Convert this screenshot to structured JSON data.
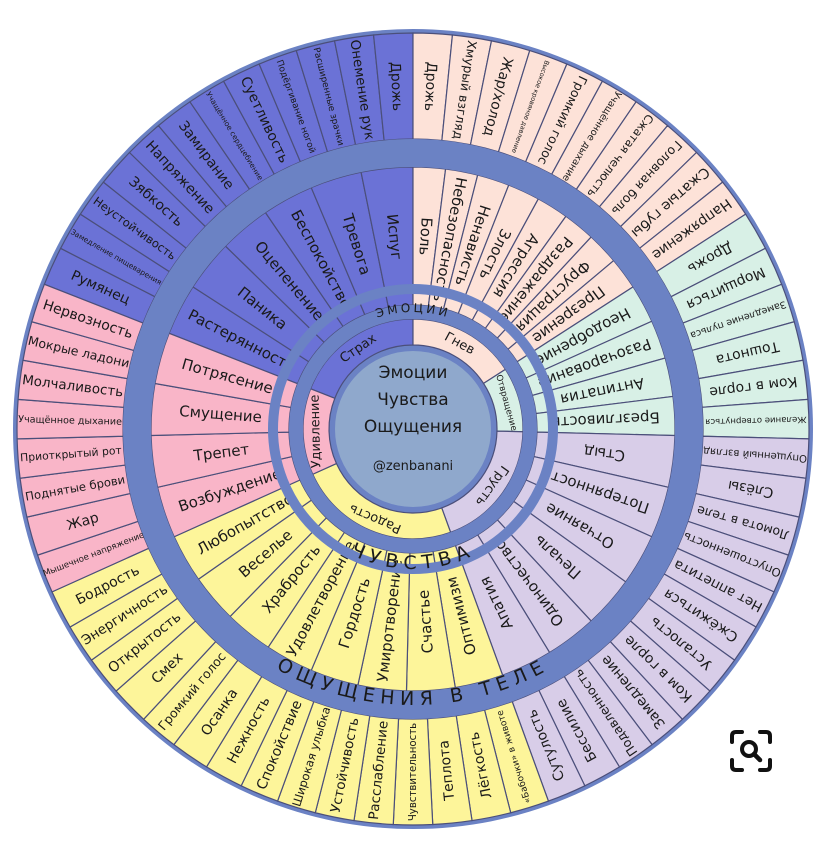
{
  "center": {
    "lines": [
      "Эмоции",
      "Чувства",
      "Ощущения"
    ],
    "handle": "@zenbanani"
  },
  "band_labels": {
    "emotions": "ЭМОЦИИ",
    "feelings": "ЧУВСТВА",
    "sensations": "ОЩУЩЕНИЯ В ТЕЛЕ"
  },
  "colors": {
    "fear": "#6b72d6",
    "anger": "#fde2d8",
    "disgust": "#d8f0e6",
    "sadness": "#d8cde8",
    "joy": "#fdf59a",
    "surprise": "#f9b5c8",
    "ring": "#6b82c4",
    "center": "#8fa8cc"
  },
  "groups": [
    {
      "emotion": "Страх",
      "color": "fear",
      "feelings": [
        "Растерянность",
        "Паника",
        "Оцепенение",
        "Беспокойство",
        "Тревога",
        "Испуг"
      ],
      "sensations": [
        "Румянец",
        "Замедление пищеварения",
        "Неустойчивость",
        "Зябкость",
        "Напряжение",
        "Замирание",
        "Учащённое сердцебиение",
        "Суетливость",
        "Подёргивание ногой",
        "Расширенные зрачки",
        "Онемение рук",
        "Дрожь"
      ]
    },
    {
      "emotion": "Гнев",
      "color": "anger",
      "feelings": [
        "Боль",
        "Небезопасность",
        "Ненависть",
        "Злость",
        "Агрессия",
        "Раздражение",
        "Фрустрация",
        "Презрение"
      ],
      "sensations": [
        "Дрожь",
        "Хмурый взгляд",
        "Жар/холод",
        "Высокое кровяное давление",
        "Громкий голос",
        "Учащённое дыхание",
        "Сжатая челюсть",
        "Головная боль",
        "Сжатые губы",
        "Напряжение"
      ]
    },
    {
      "emotion": "Отвращение",
      "color": "disgust",
      "feelings": [
        "Неодобрение",
        "Разочарование",
        "Антипатия",
        "Брезгливость"
      ],
      "sensations": [
        "Дрожь",
        "Морщиться",
        "Замедление пульса",
        "Тошнота",
        "Ком в горле",
        "Желание отвернуться"
      ]
    },
    {
      "emotion": "Грусть",
      "color": "sadness",
      "feelings": [
        "Стыд",
        "Потерянность",
        "Отчаяние",
        "Печаль",
        "Одиночество",
        "Апатия"
      ],
      "sensations": [
        "Опущенный взгляд",
        "Слёзы",
        "Ломота в теле",
        "Опустошенность",
        "Нет аппетита",
        "Сжёжиться",
        "Усталость",
        "Ком в горле",
        "Замедление",
        "Подавленность",
        "Бессилие",
        "Сутулость"
      ]
    },
    {
      "emotion": "Радость",
      "color": "joy",
      "feelings": [
        "Оптимизм",
        "Счастье",
        "Умиротворение",
        "Гордость",
        "Удовлетворение",
        "Храбрость",
        "Веселье",
        "Любопытство"
      ],
      "sensations": [
        "«Бабочки» в животе",
        "Лёгкость",
        "Теплота",
        "Чувствительность",
        "Расслабление",
        "Устойчивость",
        "Широкая улыбка",
        "Спокойствие",
        "Нежность",
        "Осанка",
        "Громкий голос",
        "Смех",
        "Открытость",
        "Энергичность",
        "Бодрость"
      ]
    },
    {
      "emotion": "Удивление",
      "color": "surprise",
      "feelings": [
        "Возбуждение",
        "Трепет",
        "Смущение",
        "Потрясение"
      ],
      "sensations": [
        "Мышечное напряжение",
        "Жар",
        "Поднятые брови",
        "Приоткрытый рот",
        "Учащённое дыхание",
        "Молчаливость",
        "Мокрые ладони",
        "Нервозность"
      ]
    }
  ],
  "zoom_icon": "magnifier-icon"
}
